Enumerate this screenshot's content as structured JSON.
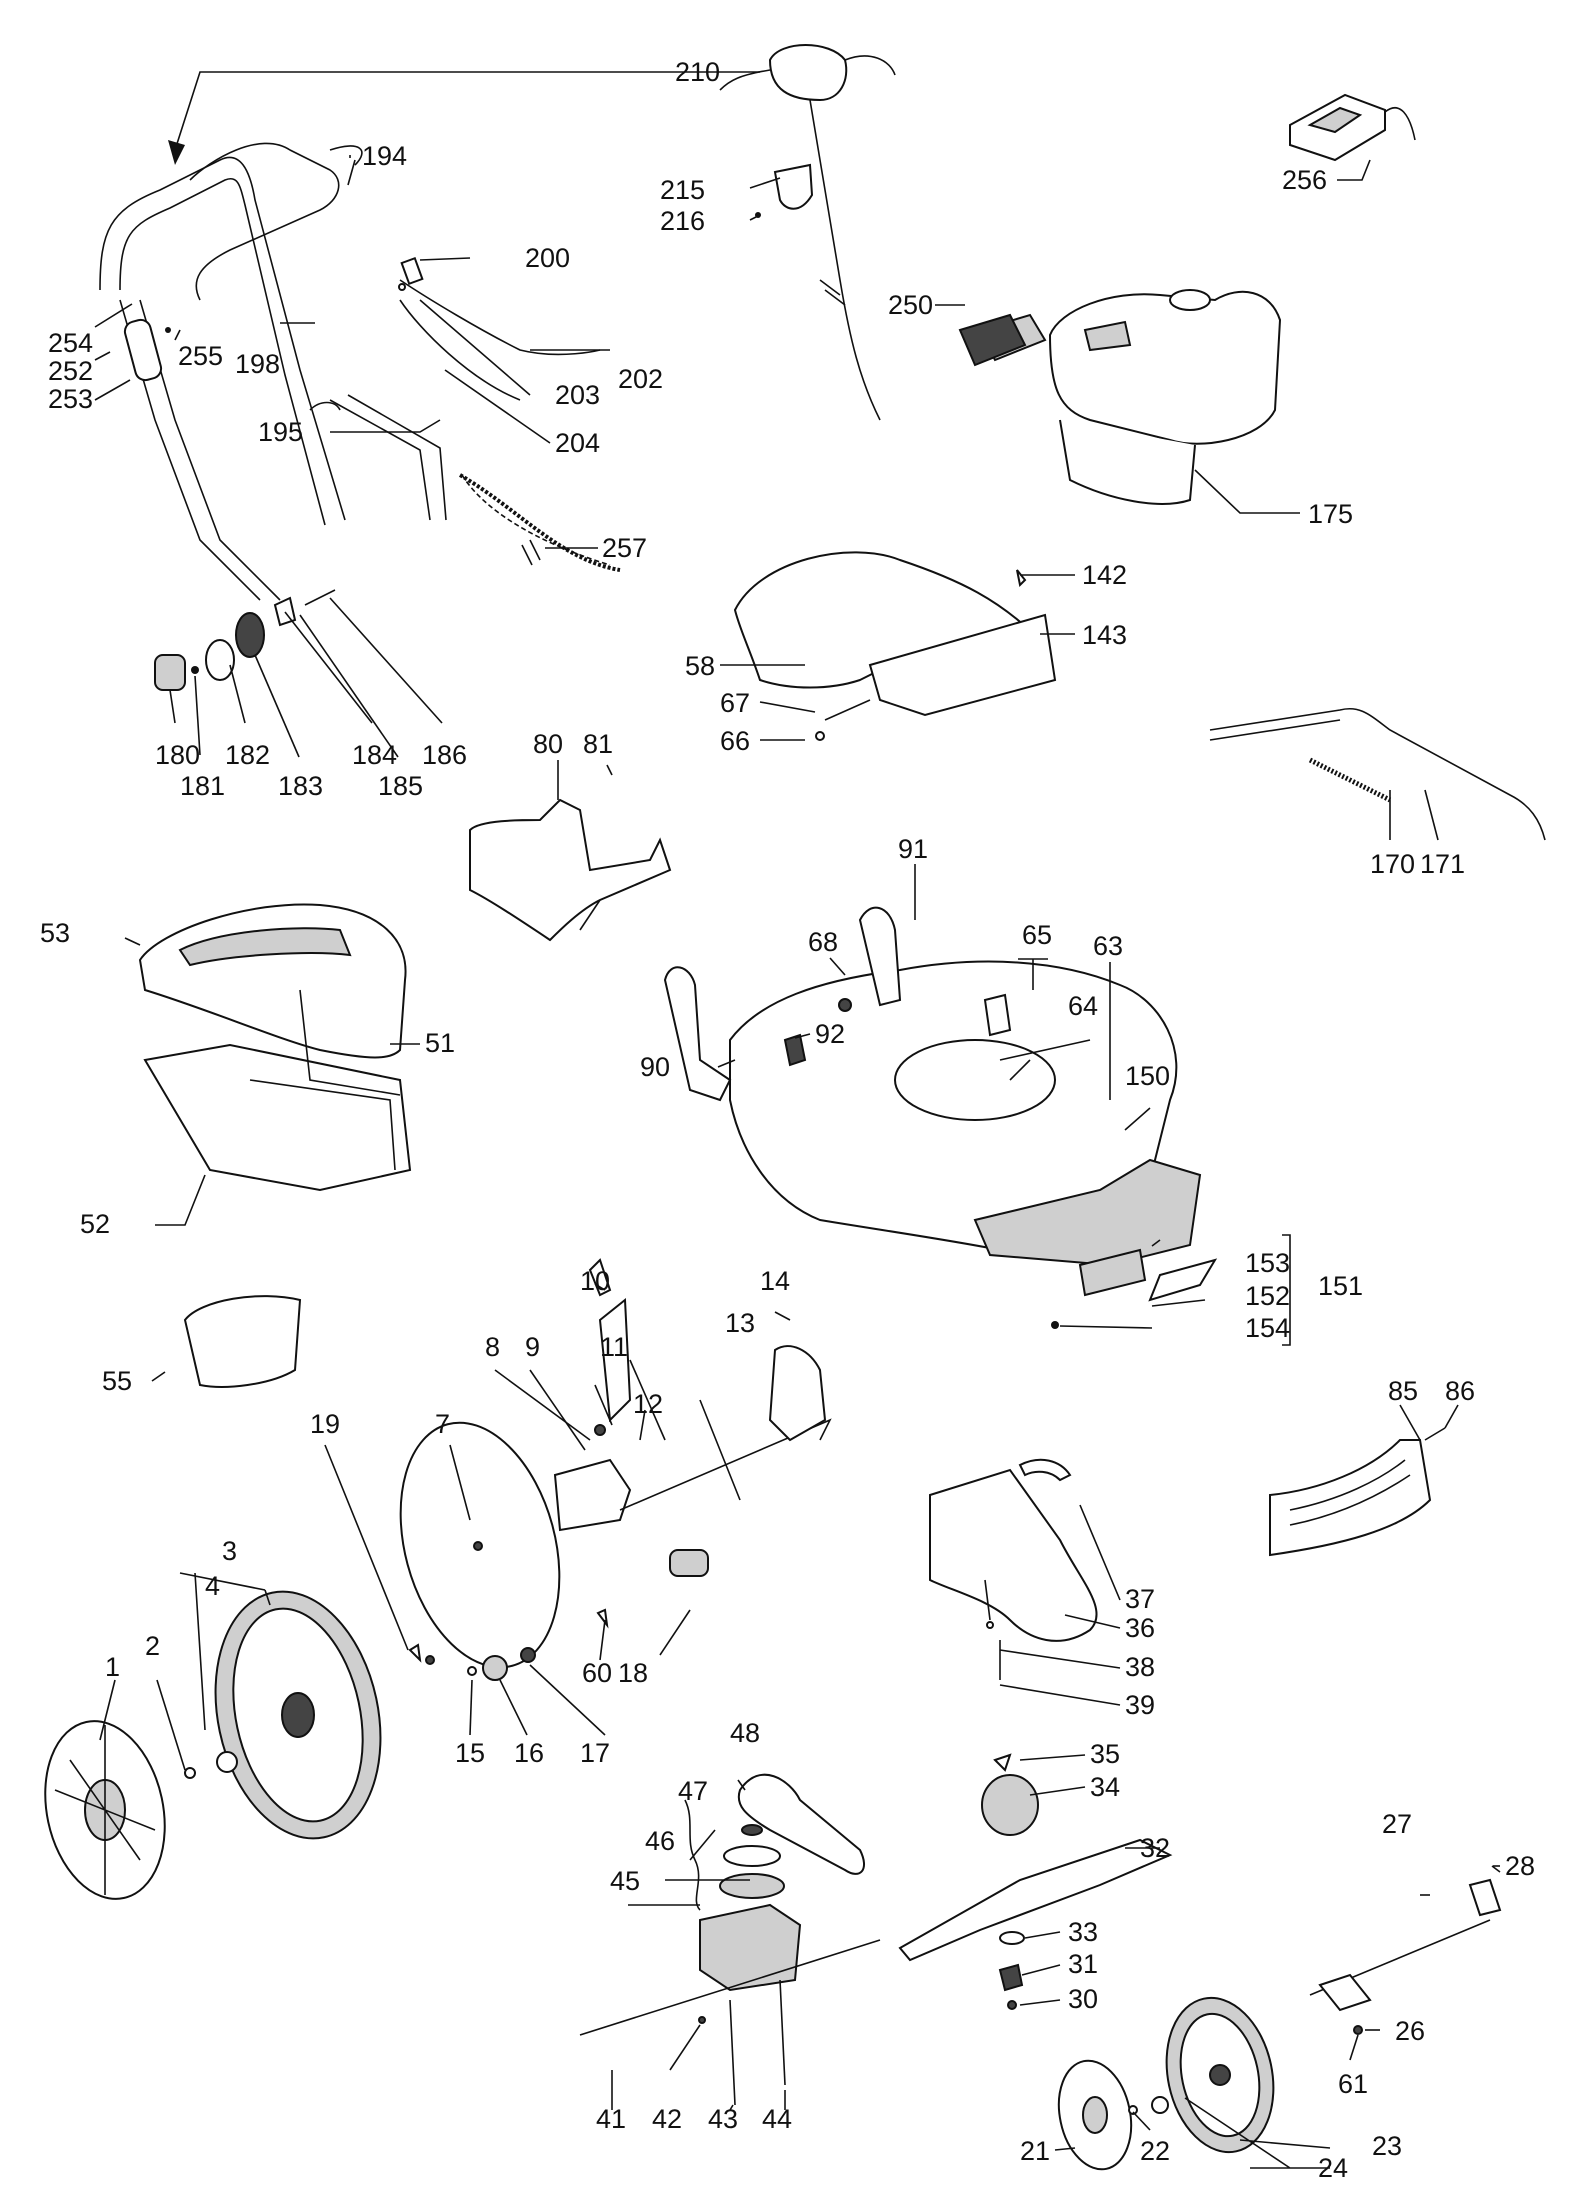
{
  "labels": [
    "210",
    "194",
    "215",
    "216",
    "200",
    "256",
    "254",
    "255",
    "252",
    "253",
    "198",
    "203",
    "202",
    "195",
    "204",
    "250",
    "175",
    "257",
    "142",
    "143",
    "58",
    "67",
    "66",
    "180",
    "181",
    "182",
    "183",
    "184",
    "185",
    "186",
    "80",
    "81",
    "170",
    "171",
    "91",
    "68",
    "65",
    "63",
    "53",
    "51",
    "92",
    "64",
    "90",
    "150",
    "52",
    "153",
    "151",
    "152",
    "154",
    "10",
    "14",
    "13",
    "9",
    "11",
    "8",
    "12",
    "55",
    "19",
    "7",
    "85",
    "86",
    "3",
    "4",
    "1",
    "2",
    "37",
    "36",
    "38",
    "60",
    "18",
    "15",
    "16",
    "17",
    "39",
    "35",
    "48",
    "34",
    "47",
    "46",
    "32",
    "45",
    "33",
    "31",
    "30",
    "27",
    "28",
    "26",
    "61",
    "41",
    "42",
    "43",
    "44",
    "21",
    "22",
    "24",
    "23"
  ]
}
